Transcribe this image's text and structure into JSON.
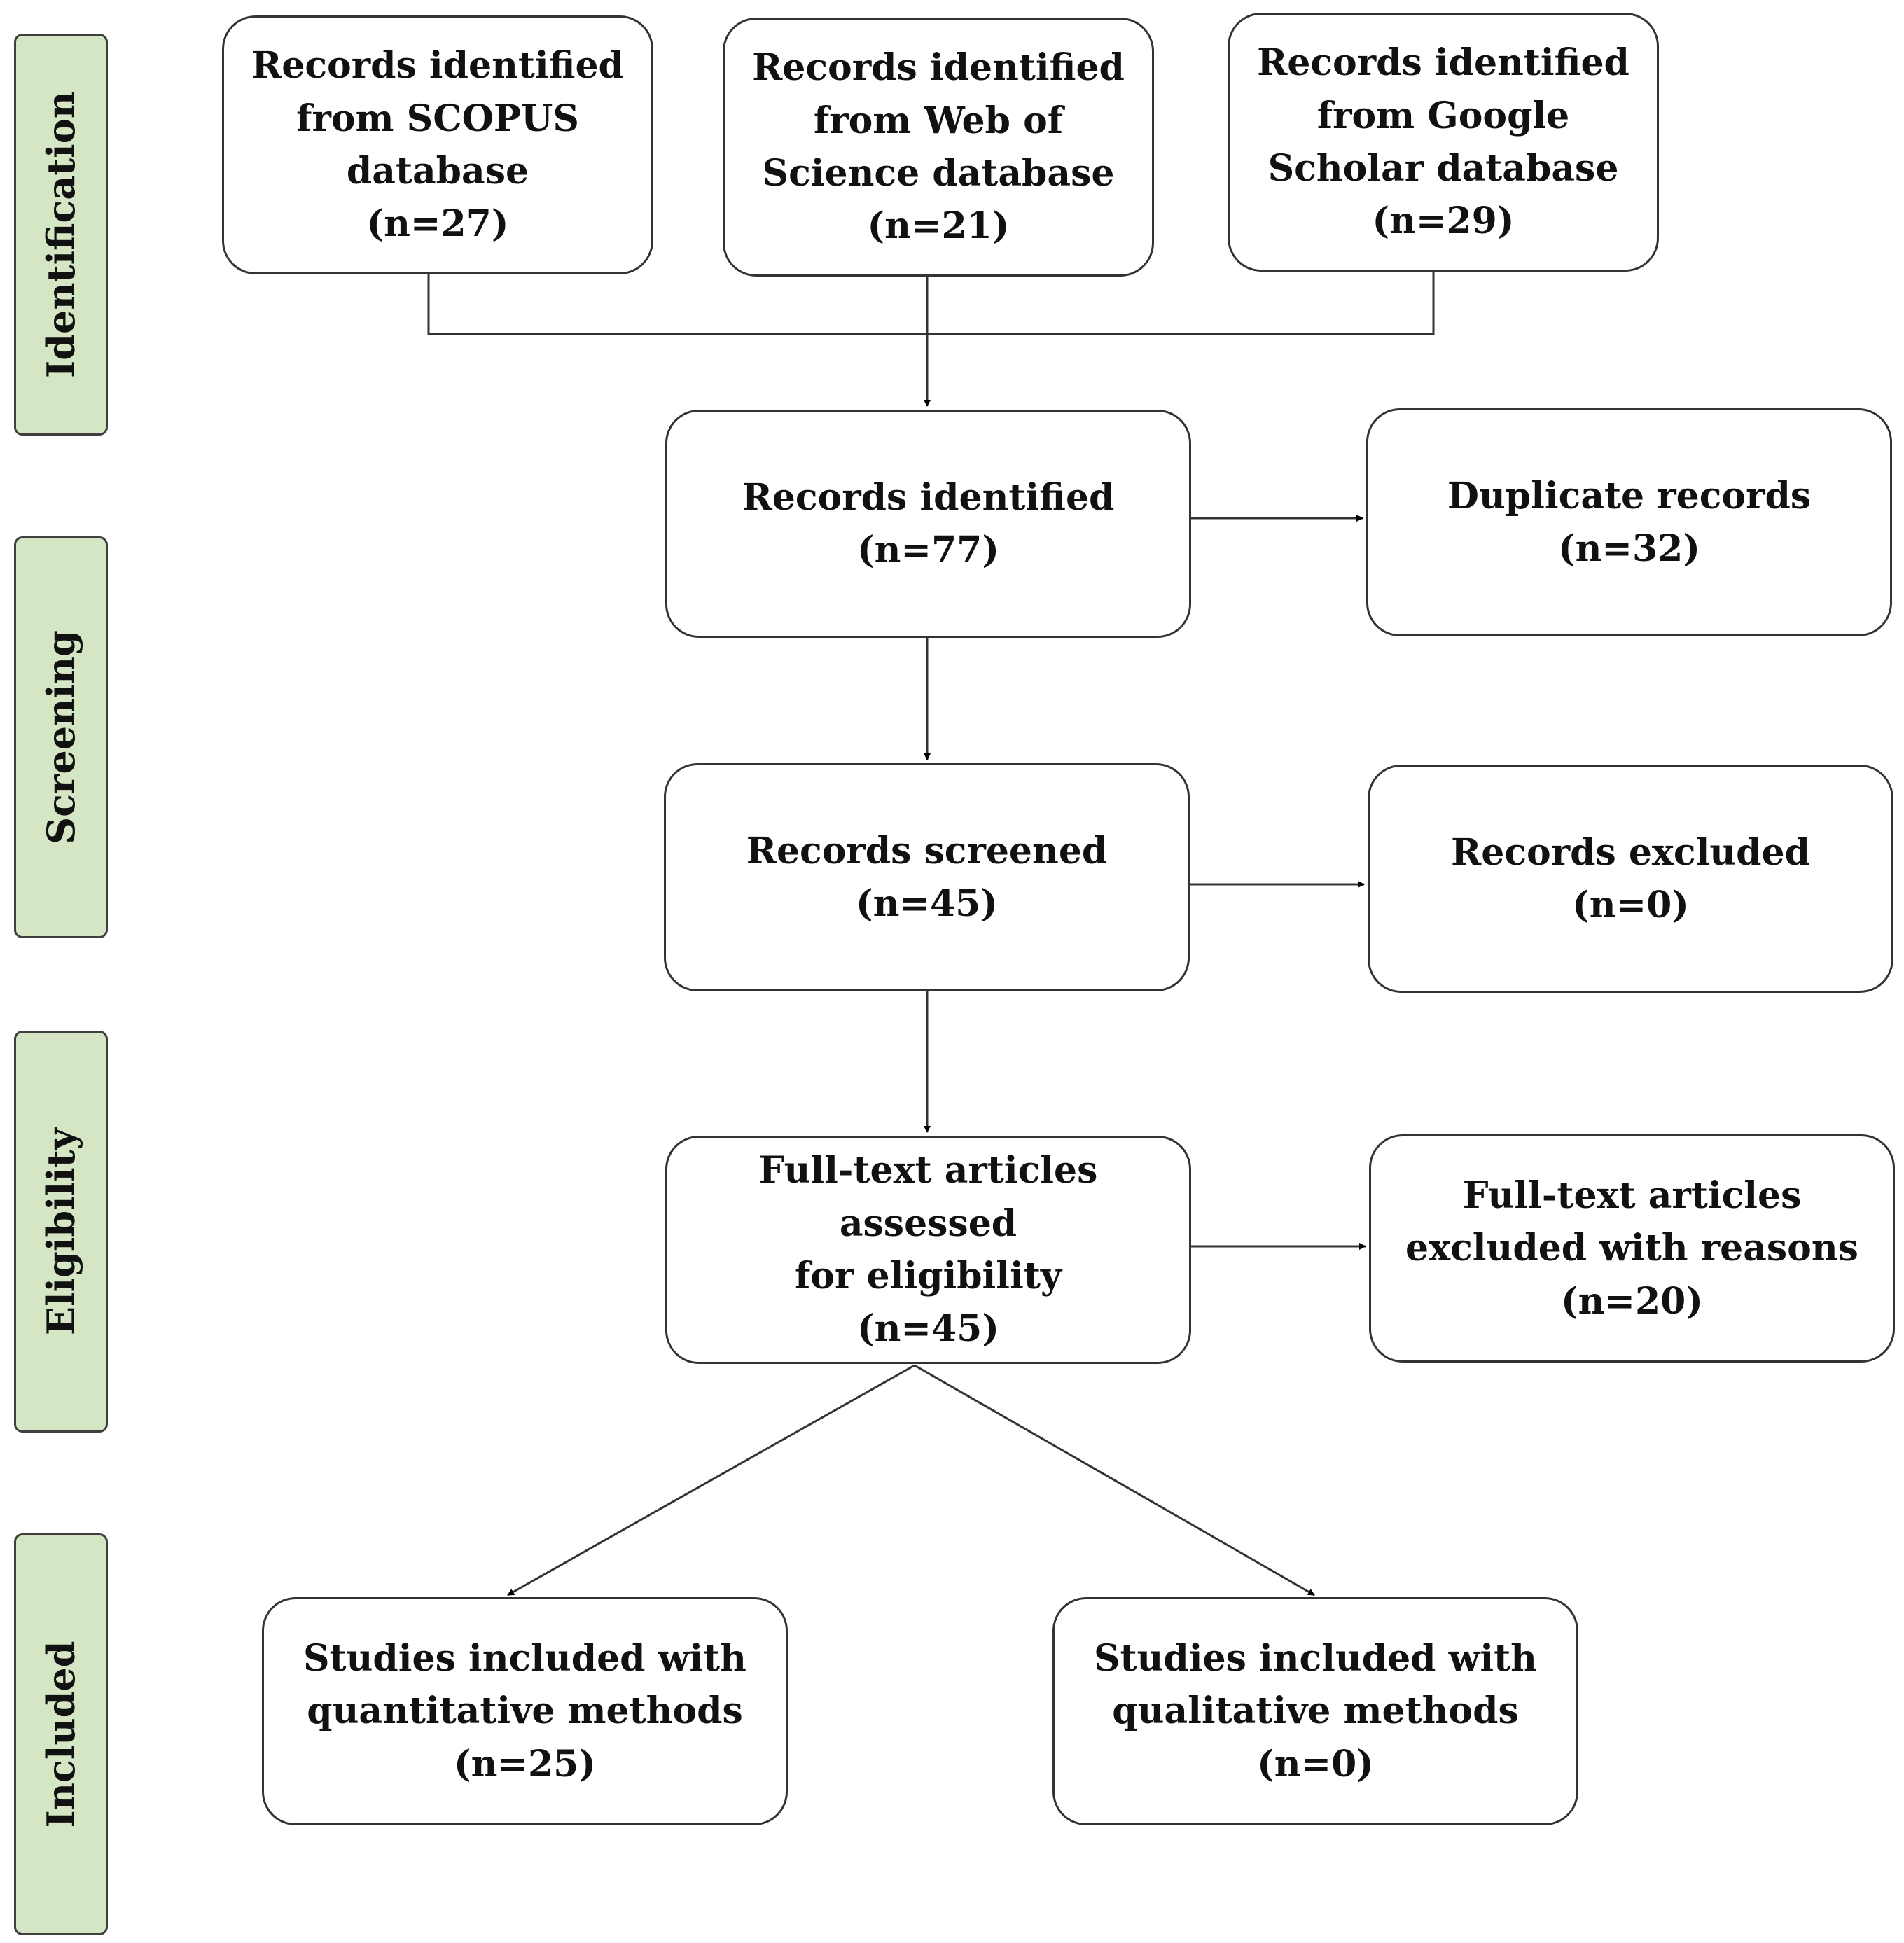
{
  "phases": {
    "identification": "Identification",
    "screening": "Screening",
    "eligibility": "Eligibility",
    "included": "Included"
  },
  "boxes": {
    "scopus": {
      "line1": "Records identified",
      "line2": "from SCOPUS",
      "line3": "database",
      "count": "(n=27)"
    },
    "wos": {
      "line1": "Records identified",
      "line2": "from Web of",
      "line3": "Science database",
      "count": "(n=21)"
    },
    "scholar": {
      "line1": "Records identified",
      "line2": "from Google",
      "line3": "Scholar database",
      "count": "(n=29)"
    },
    "identified": {
      "line1": "Records identified",
      "count": "(n=77)"
    },
    "duplicates": {
      "line1": "Duplicate records",
      "count": "(n=32)"
    },
    "screened": {
      "line1": "Records screened",
      "count": "(n=45)"
    },
    "excluded": {
      "line1": "Records excluded",
      "count": "(n=0)"
    },
    "fulltext": {
      "line1": "Full-text articles assessed",
      "line2": "for eligibility",
      "count": "(n=45)"
    },
    "fulltext_excluded": {
      "line1": "Full-text articles",
      "line2": "excluded with reasons",
      "count": "(n=20)"
    },
    "quantitative": {
      "line1": "Studies included with",
      "line2": "quantitative methods",
      "count": "(n=25)"
    },
    "qualitative": {
      "line1": "Studies included with",
      "line2": "qualitative methods",
      "count": "(n=0)"
    }
  }
}
